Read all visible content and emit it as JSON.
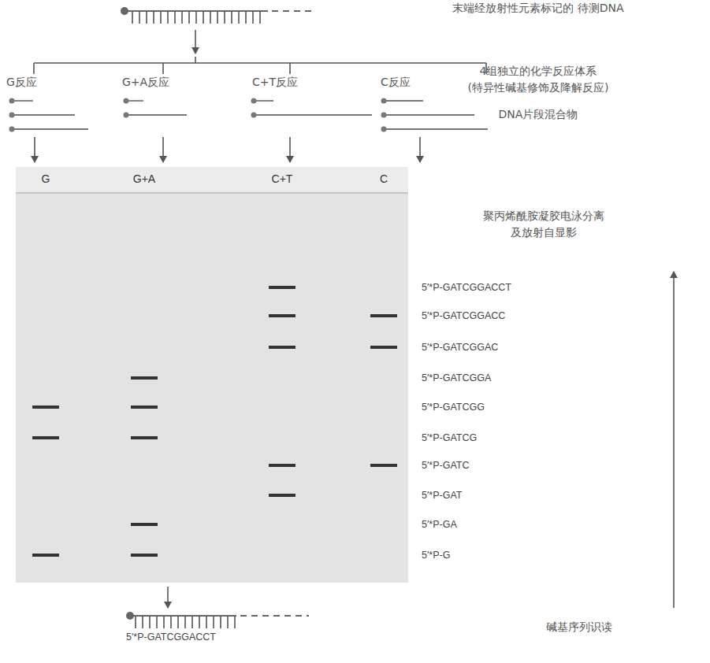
{
  "diagram": {
    "nodes": [
      {
        "text": [
          "G",
          "G+A",
          "C+T",
          "C"
        ]
      }
    ],
    "labels": [
      "末端经放射性元素标记的 待测DNA",
      "4组独立的化学反应体系 (特异性碱基修饰及降解反应)",
      "G反应",
      "G+A反应",
      "C+T反应",
      "C反应",
      "DNA片段混合物",
      "聚丙烯酰胺凝胶电泳分离 及放射自显影",
      "5′*P-GATCGGACCT",
      "5′*P-GATCGGACC",
      "5′*P-GATCGGAC",
      "5′*P-GATCGGA",
      "5′*P-GATCGG",
      "5′*P-GATCG",
      "5′*P-GATC",
      "5′*P-GAT",
      "5′*P-GA",
      "5′*P-G",
      "5′*P-GATCGGACCT",
      "碱基序列识读"
    ]
  }
}
